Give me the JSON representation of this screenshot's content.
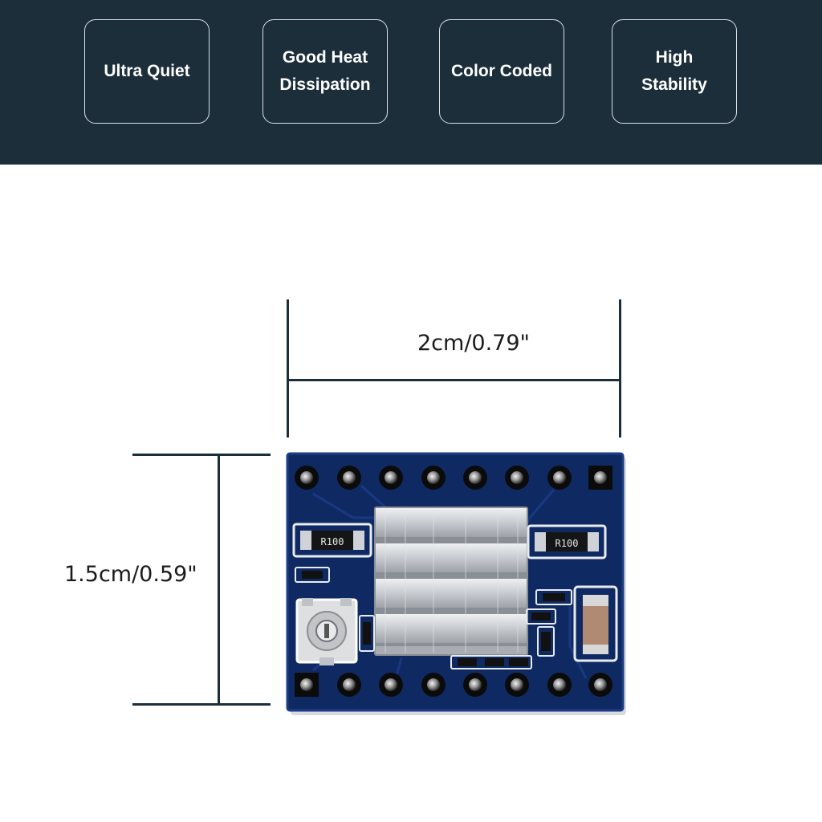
{
  "features": [
    {
      "label": "Ultra Quiet"
    },
    {
      "label": "Good Heat\nDissipation"
    },
    {
      "label": "Color Coded"
    },
    {
      "label": "High\nStability"
    }
  ],
  "dimensions": {
    "width_label": "2cm/0.79\"",
    "height_label": "1.5cm/0.59\""
  },
  "board": {
    "resistor_left_label": "R100",
    "resistor_right_label": "R100",
    "pcb_color": "#0f2a63",
    "heatsink_color": "#c9ccd0"
  },
  "colors": {
    "banner": "#1c2e3a",
    "line": "#1c2e3a"
  }
}
